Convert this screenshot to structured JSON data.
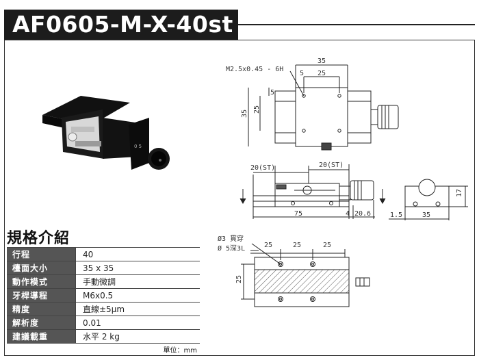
{
  "title": "AF0605-M-X-40st",
  "spec_heading": "規格介紹",
  "specs": [
    {
      "label": "行程",
      "value": "40"
    },
    {
      "label": "檯面大小",
      "value": "35 x 35"
    },
    {
      "label": "動作模式",
      "value": "手動微調"
    },
    {
      "label": "牙桿導程",
      "value": "M6x0.5"
    },
    {
      "label": "精度",
      "value": "直線±5μm"
    },
    {
      "label": "解析度",
      "value": "0.01"
    },
    {
      "label": "建議載重",
      "value": "水平 2 kg"
    }
  ],
  "unit_note": "單位：mm",
  "top_view": {
    "thread_label": "M2.5x0.45 - 6H",
    "dim_35_top": "35",
    "dim_25_top": "25",
    "dim_5_top": "5",
    "dim_5_side": "5",
    "dim_35_side": "35",
    "dim_25_side": "25"
  },
  "side_view": {
    "st_left": "20(ST)",
    "st_right": "20(ST)",
    "len_75": "75",
    "len_4": "4",
    "len_206": "20.6"
  },
  "end_view": {
    "dim_17": "17",
    "dim_15": "1.5",
    "dim_35": "35"
  },
  "bottom_view": {
    "hole_note_1": "Ø3 貫穿",
    "hole_note_2": "Ø 5深3L",
    "pitch_a": "25",
    "pitch_b": "25",
    "pitch_c": "25",
    "height_25": "25"
  }
}
